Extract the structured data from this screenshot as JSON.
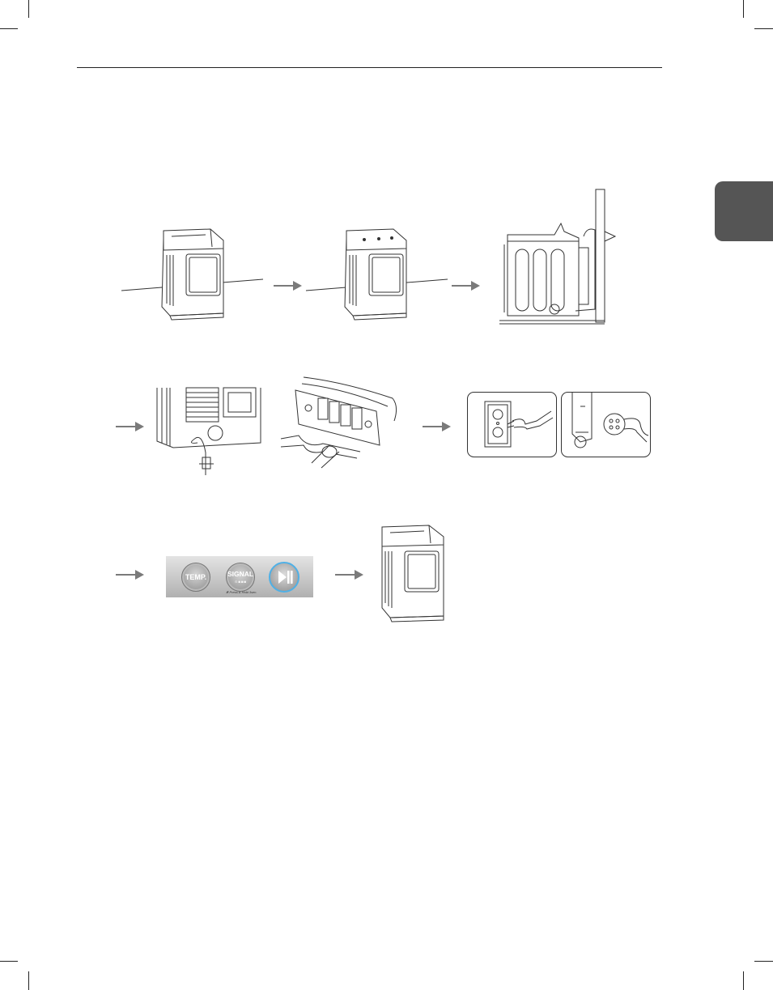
{
  "control_panel": {
    "temp_label": "TEMP.",
    "signal_label": "SIGNAL",
    "signal_sub": "⊙ ◙ ◙ ◙",
    "hold_note": "✻ Press & Hold 3sec."
  },
  "colors": {
    "line": "#333333",
    "arrow": "#7a7a7a",
    "side_tab": "#555555",
    "panel_top": "#dedede",
    "panel_bottom": "#a9a9a9",
    "button_ring": "#4fb0e6"
  }
}
